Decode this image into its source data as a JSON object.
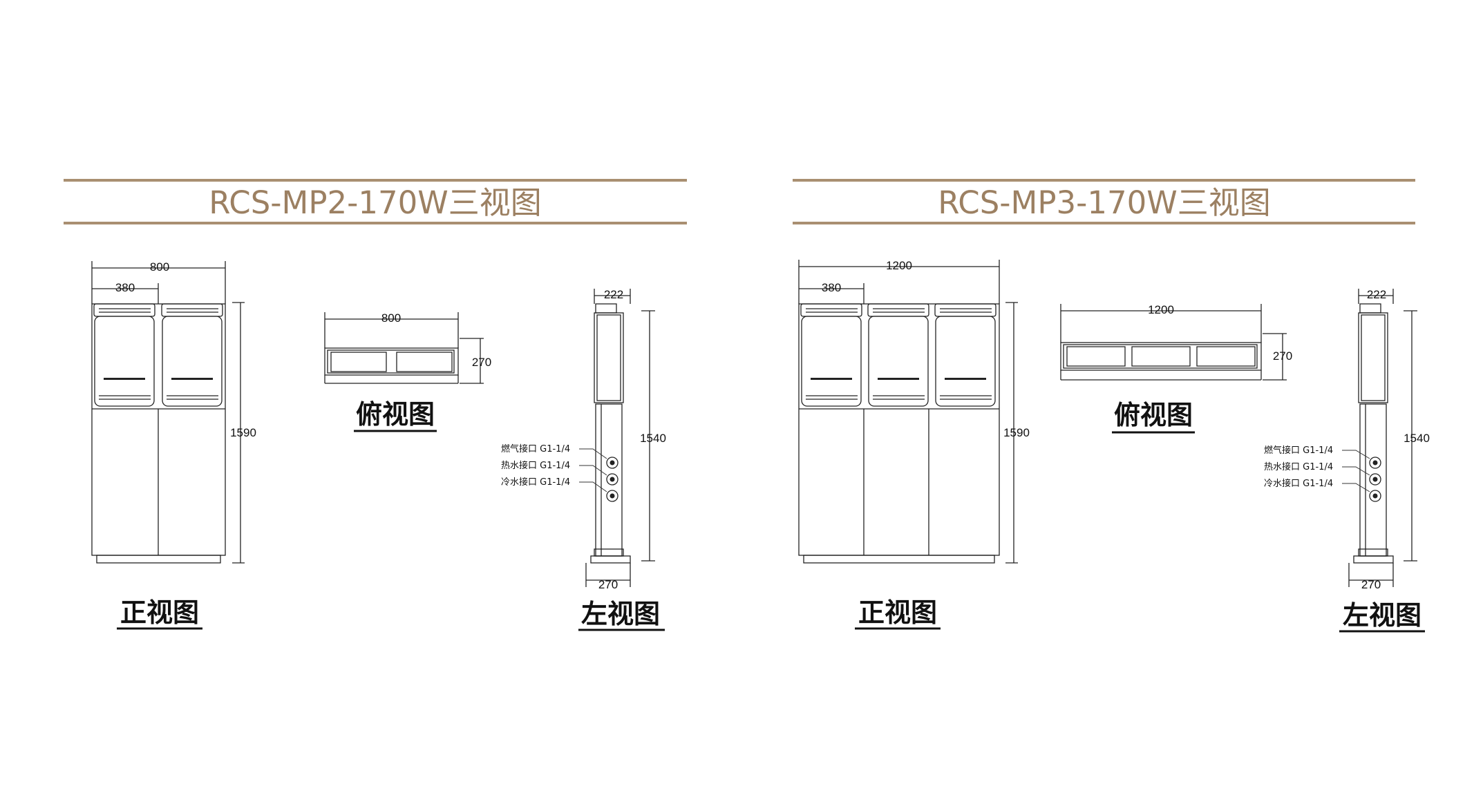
{
  "colors": {
    "title": "#9c8062",
    "rule": "#a98f71",
    "line": "#222222"
  },
  "panels": [
    {
      "title": "RCS-MP2-170W三视图",
      "units": 2,
      "front": {
        "label": "正视图",
        "width": "800",
        "unit_width": "380",
        "height": "1590"
      },
      "top": {
        "label": "俯视图",
        "width": "800",
        "depth": "270"
      },
      "side": {
        "label": "左视图",
        "top_width": "222",
        "height": "1540",
        "base_width": "270",
        "connections": [
          "燃气接口 G1-1/4",
          "热水接口 G1-1/4",
          "冷水接口 G1-1/4"
        ]
      }
    },
    {
      "title": "RCS-MP3-170W三视图",
      "units": 3,
      "front": {
        "label": "正视图",
        "width": "1200",
        "unit_width": "380",
        "height": "1590"
      },
      "top": {
        "label": "俯视图",
        "width": "1200",
        "depth": "270"
      },
      "side": {
        "label": "左视图",
        "top_width": "222",
        "height": "1540",
        "base_width": "270",
        "connections": [
          "燃气接口 G1-1/4",
          "热水接口 G1-1/4",
          "冷水接口 G1-1/4"
        ]
      }
    }
  ]
}
